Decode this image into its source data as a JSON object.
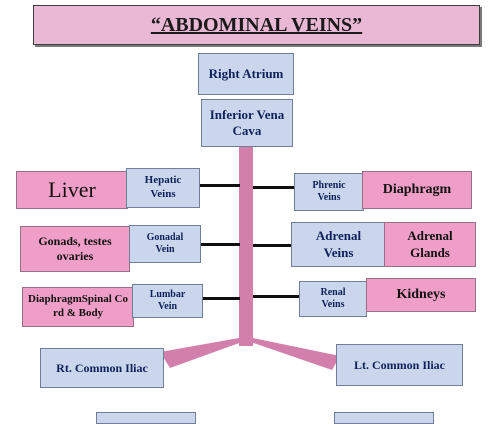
{
  "title": "“ABDOMINAL VEINS”",
  "nodes": {
    "right_atrium": "Right Atrium",
    "ivc": "Inferior Vena Cava",
    "liver": "Liver",
    "hepatic": "Hepatic Veins",
    "phrenic": "Phrenic Veins",
    "diaphragm": "Diaphragm",
    "gonads": "Gonads, testes ovaries",
    "gonadal": "Gonadal Vein",
    "adrenal_veins": "Adrenal Veins",
    "adrenal_glands": "Adrenal Glands",
    "spinal": "DiaphragmSpinal Cord & Body",
    "lumbar": "Lumbar Vein",
    "renal": "Renal Veins",
    "kidneys": "Kidneys",
    "rt_iliac": "Rt. Common Iliac",
    "lt_iliac": "Lt. Common Iliac"
  },
  "colors": {
    "blue_box": "#c9d6ec",
    "pink_box": "#ef9fc7",
    "title_bg": "#e9b8d4",
    "vein": "#d27fab"
  }
}
